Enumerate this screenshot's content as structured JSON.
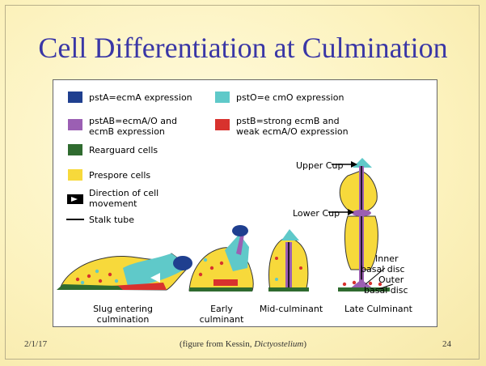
{
  "title": "Cell Differentiation at Culmination",
  "legend": [
    {
      "label1": "pstA=ecmA expression",
      "label2": "",
      "color": "#1f3f8f"
    },
    {
      "label1": "pstO=e cmO expression",
      "label2": "",
      "color": "#5fc9c9"
    },
    {
      "label1": "pstAB=ecmA/O and",
      "label2": "ecmB expression",
      "color": "#9b5fb3"
    },
    {
      "label1": "pstB=strong ecmB and",
      "label2": "weak ecmA/O expression",
      "color": "#d8322e"
    },
    {
      "label1": "Rearguard cells",
      "label2": "",
      "color": "#2f6b2f"
    },
    {
      "label1": "Prespore cells",
      "label2": "",
      "color": "#f7d93b"
    },
    {
      "label1": "Direction of cell",
      "label2": "movement",
      "icon": "arrow-icon"
    },
    {
      "label1": "Stalk tube",
      "label2": "",
      "icon": "line-icon"
    }
  ],
  "stages": [
    {
      "line1": "Slug entering",
      "line2": "culmination"
    },
    {
      "line1": "Early",
      "line2": "culminant"
    },
    {
      "line1": "Mid-culminant",
      "line2": ""
    },
    {
      "line1": "Late Culminant",
      "line2": ""
    }
  ],
  "annotations": {
    "upper_cup": "Upper Cup",
    "lower_cup": "Lower Cup",
    "inner1": "Inner",
    "inner2": "basal disc",
    "outer1": "Outer",
    "outer2": "basal disc"
  },
  "footer": {
    "date": "2/1/17",
    "source_prefix": "(figure from Kessin, ",
    "source_italic": "Dictyostelium",
    "source_suffix": ")",
    "slide_number": "24"
  }
}
